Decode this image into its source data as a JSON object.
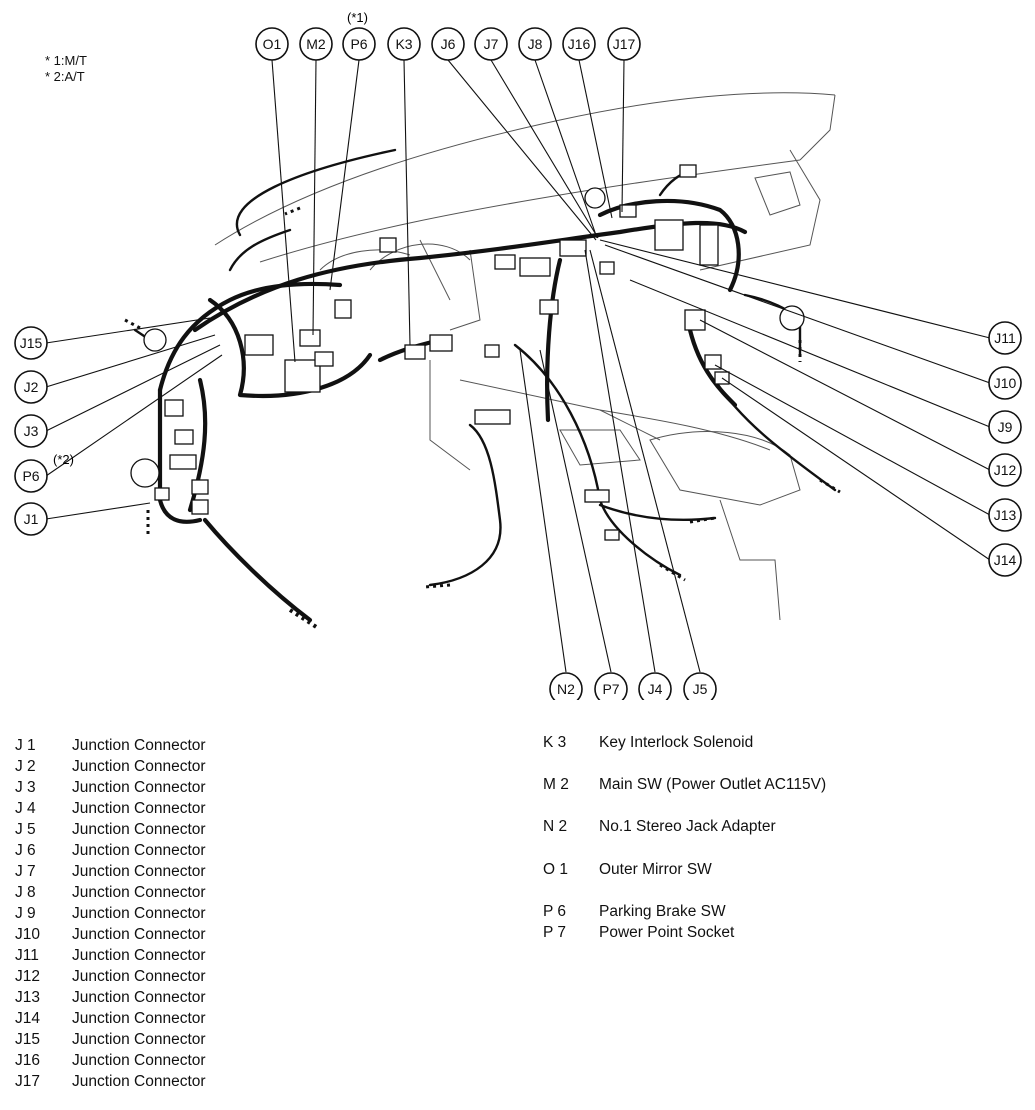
{
  "notes": {
    "note1": "* 1:M/T",
    "note2": "* 2:A/T",
    "p6_top_note": "(*1)",
    "p6_left_note": "(*2)"
  },
  "callouts": {
    "top": [
      "O1",
      "M2",
      "P6",
      "K3",
      "J6",
      "J7",
      "J8",
      "J16",
      "J17"
    ],
    "left": [
      "J15",
      "J2",
      "J3",
      "P6",
      "J1"
    ],
    "right": [
      "J11",
      "J10",
      "J9",
      "J12",
      "J13",
      "J14"
    ],
    "bottom": [
      "N2",
      "P7",
      "J4",
      "J5"
    ]
  },
  "legend_left": [
    {
      "code": "J 1",
      "name": "Junction Connector"
    },
    {
      "code": "J 2",
      "name": "Junction Connector"
    },
    {
      "code": "J 3",
      "name": "Junction Connector"
    },
    {
      "code": "J 4",
      "name": "Junction Connector"
    },
    {
      "code": "J 5",
      "name": "Junction Connector"
    },
    {
      "code": "J 6",
      "name": "Junction Connector"
    },
    {
      "code": "J 7",
      "name": "Junction Connector"
    },
    {
      "code": "J 8",
      "name": "Junction Connector"
    },
    {
      "code": "J 9",
      "name": "Junction Connector"
    },
    {
      "code": "J10",
      "name": "Junction Connector"
    },
    {
      "code": "J11",
      "name": "Junction Connector"
    },
    {
      "code": "J12",
      "name": "Junction Connector"
    },
    {
      "code": "J13",
      "name": "Junction Connector"
    },
    {
      "code": "J14",
      "name": "Junction Connector"
    },
    {
      "code": "J15",
      "name": "Junction Connector"
    },
    {
      "code": "J16",
      "name": "Junction Connector"
    },
    {
      "code": "J17",
      "name": "Junction Connector"
    }
  ],
  "legend_right": [
    {
      "code": "K 3",
      "name": "Key Interlock Solenoid"
    },
    {
      "code": "M 2",
      "name": "Main SW (Power Outlet AC115V)"
    },
    {
      "code": "N 2",
      "name": "No.1 Stereo Jack Adapter"
    },
    {
      "code": "O 1",
      "name": "Outer Mirror SW"
    },
    {
      "code": "P 6",
      "name": "Parking Brake SW"
    },
    {
      "code": "P 7",
      "name": "Power Point Socket"
    }
  ]
}
